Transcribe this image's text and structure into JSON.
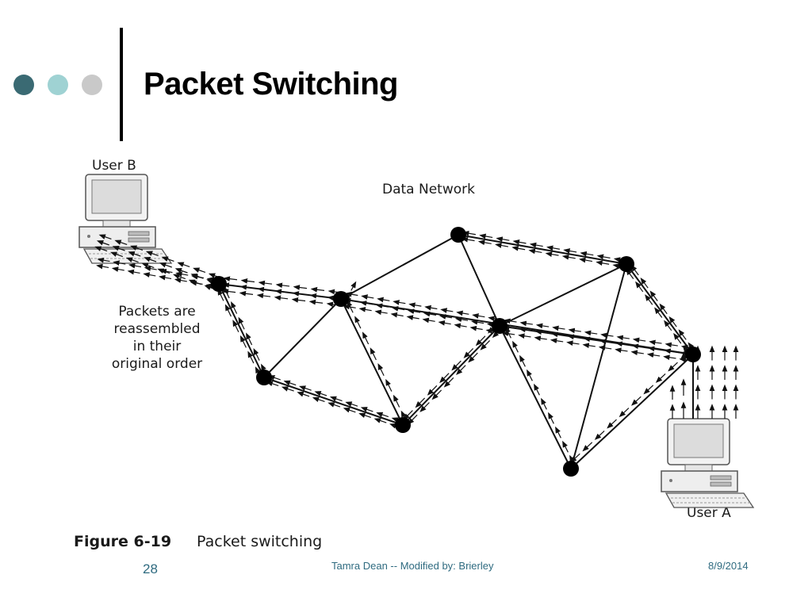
{
  "slide": {
    "title": "Packet Switching",
    "page_number": "28",
    "author": "Tamra Dean -- Modified by: Brierley",
    "date": "8/9/2014"
  },
  "theme": {
    "dot_colors": [
      "#3a6a73",
      "#9fd2d3",
      "#c9c9c9"
    ],
    "footer_color": "#2f6b80"
  },
  "figure": {
    "network_label": "Data Network",
    "user_b_label": "User B",
    "user_a_label": "User A",
    "reassembly_label": [
      "Packets are",
      "reassembled",
      "in their",
      "original order"
    ],
    "caption_number": "Figure 6-19",
    "caption_text": "Packet switching"
  }
}
